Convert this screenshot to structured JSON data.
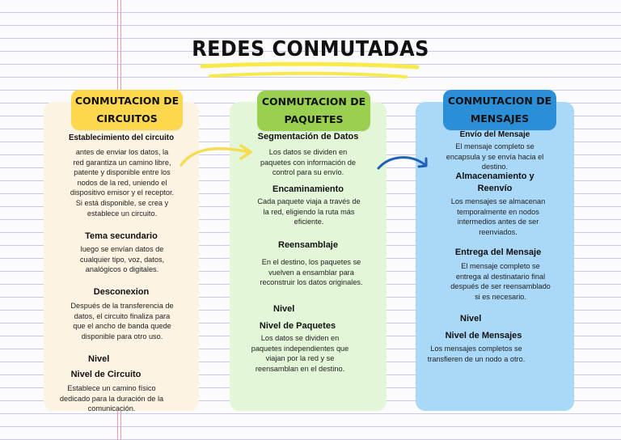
{
  "title": "REDES CONMUTADAS",
  "colors": {
    "circuits_header": "#fdd84f",
    "circuits_panel": "#fdf3e3",
    "packets_header": "#9ad04f",
    "packets_panel": "#e3f7d8",
    "messages_header": "#2b8fd8",
    "messages_panel": "#a9d8f8",
    "underline": "#f7ea4a",
    "arrow_yellow": "#f5dc52",
    "arrow_blue": "#1f5fb5"
  },
  "circuits": {
    "header": [
      "CONMUTACION DE",
      "CIRCUITOS"
    ],
    "s1_title": "Establecimiento del circuito",
    "s1_text": "antes de enviar los datos, la red garantiza un camino libre, patente y disponible entre los nodos de la red, uniendo el dispositivo emisor y el receptor. Si está disponible, se crea y establece un circuito.",
    "s2_title": "Tema secundario",
    "s2_text": "luego se envían datos de cualquier tipo, voz, datos, analógicos o digitales.",
    "s3_title": "Desconexion",
    "s3_text": "Después de la transferencia de datos, el circuito finaliza para que el ancho de banda quede disponible para otro uso.",
    "level_label": "Nivel",
    "level_title": "Nivel de Circuito",
    "level_text": "Establece un camino físico dedicado para la duración de la comunicación."
  },
  "packets": {
    "header": [
      "CONMUTACION DE",
      "PAQUETES"
    ],
    "s1_title": "Segmentación de Datos",
    "s1_text": "Los datos se dividen en paquetes con información de control para su envío.",
    "s2_title": "Encaminamiento",
    "s2_text": "Cada paquete viaja a través de la red, eligiendo la ruta más eficiente.",
    "s3_title": "Reensamblaje",
    "s3_text": "En el destino, los paquetes se vuelven a ensamblar para reconstruir los datos originales.",
    "level_label": "Nivel",
    "level_title": "Nivel de Paquetes",
    "level_text": "Los datos se dividen en paquetes independientes que viajan por la red y se reensamblan en el destino."
  },
  "messages": {
    "header": [
      "CONMUTACION DE",
      "MENSAJES"
    ],
    "s1_title": "Envío del Mensaje",
    "s1_text": "El mensaje completo se encapsula y se envía hacia el destino.",
    "s2_title": [
      "Almacenamiento y",
      "Reenvío"
    ],
    "s2_text": "Los mensajes se almacenan temporalmente en nodos intermedios antes de ser reenviados.",
    "s3_title": "Entrega del Mensaje",
    "s3_text": "El mensaje completo se entrega al destinatario final después de ser reensamblado si es necesario.",
    "level_label": "Nivel",
    "level_title": "Nivel de Mensajes",
    "level_text": "Los mensajes completos se transfieren de un nodo a otro."
  }
}
